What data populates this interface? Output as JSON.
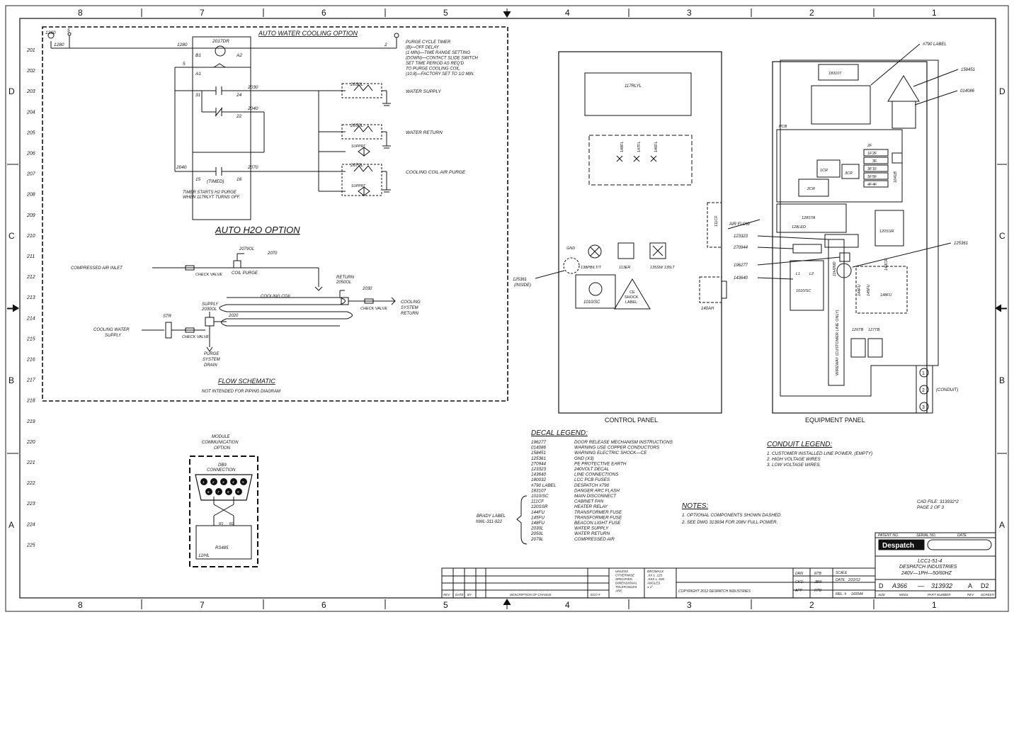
{
  "grid": {
    "columns": [
      "8",
      "7",
      "6",
      "5",
      "4",
      "3",
      "2",
      "1"
    ],
    "rows_left": [
      "D",
      "C",
      "B",
      "A"
    ],
    "rows_right": [
      "D",
      "C",
      "B",
      "A"
    ]
  },
  "line_numbers": [
    "201",
    "202",
    "203",
    "204",
    "205",
    "206",
    "207",
    "208",
    "209",
    "210",
    "211",
    "212",
    "213",
    "214",
    "215",
    "216",
    "217",
    "218",
    "219",
    "220",
    "221",
    "222",
    "223",
    "224",
    "225"
  ],
  "auto_water": {
    "title": "AUTO WATER COOLING OPTION",
    "wires": [
      "1260",
      "5",
      "1280",
      "5",
      "2",
      "2030",
      "2040",
      "2040",
      "2070"
    ],
    "relay": {
      "name": "2017DR",
      "pins": [
        "B1",
        "A2",
        "A1",
        "31",
        "24",
        "22",
        "15",
        "16"
      ],
      "timed": "(TIMED)"
    },
    "purge_note": [
      "PURGE CYCLE TIMER",
      "(B)—OFF DELAY",
      "(1 MIN)—TIME RANGE SETTING",
      "(DOWN)—CONTACT SLIDE SWITCH",
      "SET TIME PERIOD AS REQ'D",
      "TO PURGE COOLING COIL.",
      "(10.8)—FACTORY SET TO 1/2 MIN."
    ],
    "timer_note": [
      "TIMER STARTS H2 PURGE",
      "WHEN 117RLYT TURNS OFF."
    ],
    "valves": [
      {
        "id": "2030L",
        "label": "WATER SUPPLY"
      },
      {
        "id": "2050L",
        "label": "WATER RETURN"
      },
      {
        "id": "2079L",
        "label": "COOLING COIL AIR PURGE"
      }
    ],
    "suppressor": "SUPPRT"
  },
  "flow": {
    "title": "AUTO H2O OPTION",
    "compressed_air": "COMPRESSED AIR INLET",
    "check_valve": "CHECK VALVE",
    "coil_purge_id": "2079OL",
    "coil_purge_wire": "2070",
    "coil_purge": "COIL PURGE",
    "return_label": "RETURN",
    "return_id": "2050OL",
    "return_wire": "2030",
    "cooling_coil": "COOLING COIL",
    "cooling_return": [
      "COOLING",
      "SYSTEM",
      "RETURN"
    ],
    "supply_label": "SUPPLY",
    "supply_id": "2030OL",
    "supply_wire": "2020",
    "strainer": "STR",
    "cooling_water": [
      "COOLING WATER",
      "SUPPLY"
    ],
    "purge_drain": [
      "PURGE",
      "SYSTEM",
      "DRAIN"
    ],
    "schematic_title": "FLOW SCHEMATIC",
    "schematic_note": "NOT INTENDED FOR PIPING DIAGRAM"
  },
  "module": {
    "title": [
      "MODULE",
      "COMMUNICATION",
      "OPTION"
    ],
    "connector": [
      "DB9",
      "CONNECTION"
    ],
    "pins_top": [
      "1",
      "2",
      "3",
      "4",
      "5"
    ],
    "pins_bottom": [
      "6",
      "7",
      "8",
      "9"
    ],
    "rs485": "RS485",
    "id": "12/HL",
    "wire_labels": [
      "R1",
      "R2"
    ]
  },
  "control_panel": {
    "label": "CONTROL PANEL",
    "display": "117RLYL",
    "components": [
      "148FL",
      "147FL",
      "146FL"
    ],
    "gnd": "GND",
    "lamps": [
      {
        "label": "138PB/LT/T"
      },
      {
        "label": "113ER"
      },
      {
        "label": "135SW 135LT"
      }
    ],
    "disconnect": "1010/SC",
    "ce_label": [
      "CE",
      "SHOCK",
      "LABEL"
    ],
    "vent": "140AH",
    "side": "111CF",
    "airflow": "AIR FLOW",
    "callout": [
      "125361",
      "(INSIDE)"
    ]
  },
  "equipment_panel": {
    "label": "EQUIPMENT PANEL",
    "callouts": [
      "#790 LABEL",
      "158451",
      "014086",
      "125361",
      "123323",
      "270944",
      "196277",
      "143640"
    ],
    "parts": [
      "183107",
      "PCB",
      "1CR",
      "2CR",
      "3CR",
      "1F",
      "2F",
      "3F",
      "4F",
      "5F",
      "1041B",
      "128STA",
      "128LED",
      "120SSR",
      "1010/SC",
      "L1",
      "L2",
      "143CR",
      "144FU",
      "145FU",
      "148FU",
      "126TB",
      "127TB",
      "11H0ND"
    ],
    "wireway": "WIREWAY (CUSTOMER LINE ONLY)",
    "conduit_label": "(CONDUIT)",
    "conduit_nums": [
      "1",
      "2",
      "3"
    ]
  },
  "decal_legend": {
    "title": "DECAL LEGEND:",
    "entries": [
      {
        "pn": "196277",
        "desc": "DOOR RELEASE MECHANISM INSTRUCTIONS"
      },
      {
        "pn": "014086",
        "desc": "WARNING USE COPPER CONDUCTORS"
      },
      {
        "pn": "158451",
        "desc": "WARNING ELECTRIC SHOCK—CE"
      },
      {
        "pn": "125361",
        "desc": "GND (X3)"
      },
      {
        "pn": "270944",
        "desc": "PE PROTECTIVE EARTH"
      },
      {
        "pn": "123323",
        "desc": "240VOLT DECAL"
      },
      {
        "pn": "143640",
        "desc": "LINE CONNECTIONS"
      },
      {
        "pn": "180032",
        "desc": "LCC PCB FUSES"
      },
      {
        "pn": "#790 LABEL",
        "desc": "DESPATCH #790"
      },
      {
        "pn": "183107",
        "desc": "DANGER ARC FLASH"
      },
      {
        "pn": "1010/SC",
        "desc": "MAIN DISCONNECT"
      },
      {
        "pn": "111CF",
        "desc": "CABINET FAN"
      },
      {
        "pn": "120SSR",
        "desc": "HEATER RELAY"
      },
      {
        "pn": "144FU",
        "desc": "TRANSFORMER FUSE"
      },
      {
        "pn": "145FU",
        "desc": "TRANSFORMER FUSE"
      },
      {
        "pn": "148FU",
        "desc": "BEACON LIGHT FUSE"
      },
      {
        "pn": "2030L",
        "desc": "WATER SUPPLY"
      },
      {
        "pn": "2050L",
        "desc": "WATER RETURN"
      },
      {
        "pn": "2079L",
        "desc": "COMPRESSED AIR"
      }
    ],
    "brady": [
      "BRADY LABEL",
      "NWL-311-922"
    ]
  },
  "conduit_legend": {
    "title": "CONDUIT LEGEND:",
    "items": [
      "1.   CUSTOMER INSTALLED LINE POWER. (EMPTY)",
      "2.   HIGH VOLTAGE WIRES",
      "3.   LOW VOLTAGE WIRES."
    ]
  },
  "notes": {
    "title": "NOTES:",
    "items": [
      "1.   OPTIONAL COMPONENTS SHOWN DASHED.",
      "2.   SEE DWG 313934 FOR 208V FULL POWER."
    ]
  },
  "cad": {
    "file": "CAD FILE: 313932*2",
    "page": "PAGE 2 OF 3"
  },
  "title_block": {
    "headers": [
      "PATENT NO.",
      "SERIAL NO.",
      "DATE"
    ],
    "company_logo": "Despatch",
    "model": "LCC1-51-4",
    "company": "DESPATCH INDUSTRIES",
    "spec": "240V—1PH—50/60HZ",
    "size": "D",
    "assy": "A366",
    "dash": "—",
    "part": "313932",
    "rev": "A",
    "sheet": "D2",
    "footer_labels": [
      "SIZE",
      "MODL",
      "PART NUMBER",
      "REV",
      "SCREEN"
    ],
    "rev_headers": [
      "REV",
      "DATE",
      "BY",
      "DESCRIPTION OF CHANGE",
      "ECO #"
    ],
    "tolerances": [
      "UNLESS",
      "OTHERWISE",
      "SPECIFIED",
      "DIMENSIONAL",
      "TOLERANCES",
      "ARE:"
    ],
    "decimals": [
      "DECIMALS",
      ".XX ± .125",
      ".XXX ± .030",
      "ANGLES",
      "± 1°"
    ],
    "copyright": "COPYRIGHT 2012     DESPATCH INDUSTRIES",
    "sign_rows": [
      [
        "DRN",
        "RTB"
      ],
      [
        "CK'D",
        "JBW"
      ],
      [
        "APP",
        "RTB"
      ]
    ],
    "scale": "SCALE",
    "date_label": "DATE",
    "date_value": "2/22/12",
    "rel_label": "REL. #",
    "rel_value": "160044"
  }
}
